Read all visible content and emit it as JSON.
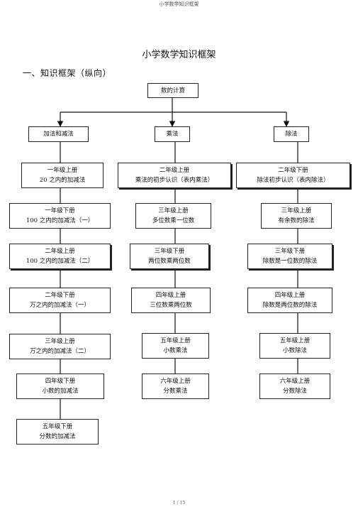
{
  "header_text": "小学数学知识框架",
  "title": "小学数学知识框架",
  "section_heading": "一、知识框架（纵向）",
  "root": "数的计算",
  "categories": [
    "加法和减法",
    "乘法",
    "除法"
  ],
  "columns": {
    "addsub": [
      [
        "一年级上册",
        "20 之内的加减法"
      ],
      [
        "一年级下册",
        "100 之内的加减法（一）"
      ],
      [
        "二年级上册",
        "100 之内的加减法（二）"
      ],
      [
        "二年级下册",
        "万之内的加减法（一）"
      ],
      [
        "三年级上册",
        "万之内的加减法（二）"
      ],
      [
        "四年级下册",
        "小数的加减法"
      ],
      [
        "五年级下册",
        "分数的加减法"
      ]
    ],
    "mult": [
      [
        "二年级上册",
        "乘法的初步认识（表内乘法）"
      ],
      [
        "三年级上册",
        "多位数乘一位数"
      ],
      [
        "三年级下册",
        "两位数乘两位数"
      ],
      [
        "四年级上册",
        "三位数乘两位数"
      ],
      [
        "五年级上册",
        "小数乘法"
      ],
      [
        "六年级上册",
        "分数乘法"
      ]
    ],
    "div": [
      [
        "二年级下册",
        "除法初步认识（表内除法）"
      ],
      [
        "三年级上册",
        "有余数的除法"
      ],
      [
        "三年级下册",
        "除数是一位数的除法"
      ],
      [
        "四年级上册",
        "除数是两位数的除法"
      ],
      [
        "五年级上册",
        "小数除法"
      ],
      [
        "六年级上册",
        "分数除法"
      ]
    ]
  },
  "footer": "1 / 15"
}
